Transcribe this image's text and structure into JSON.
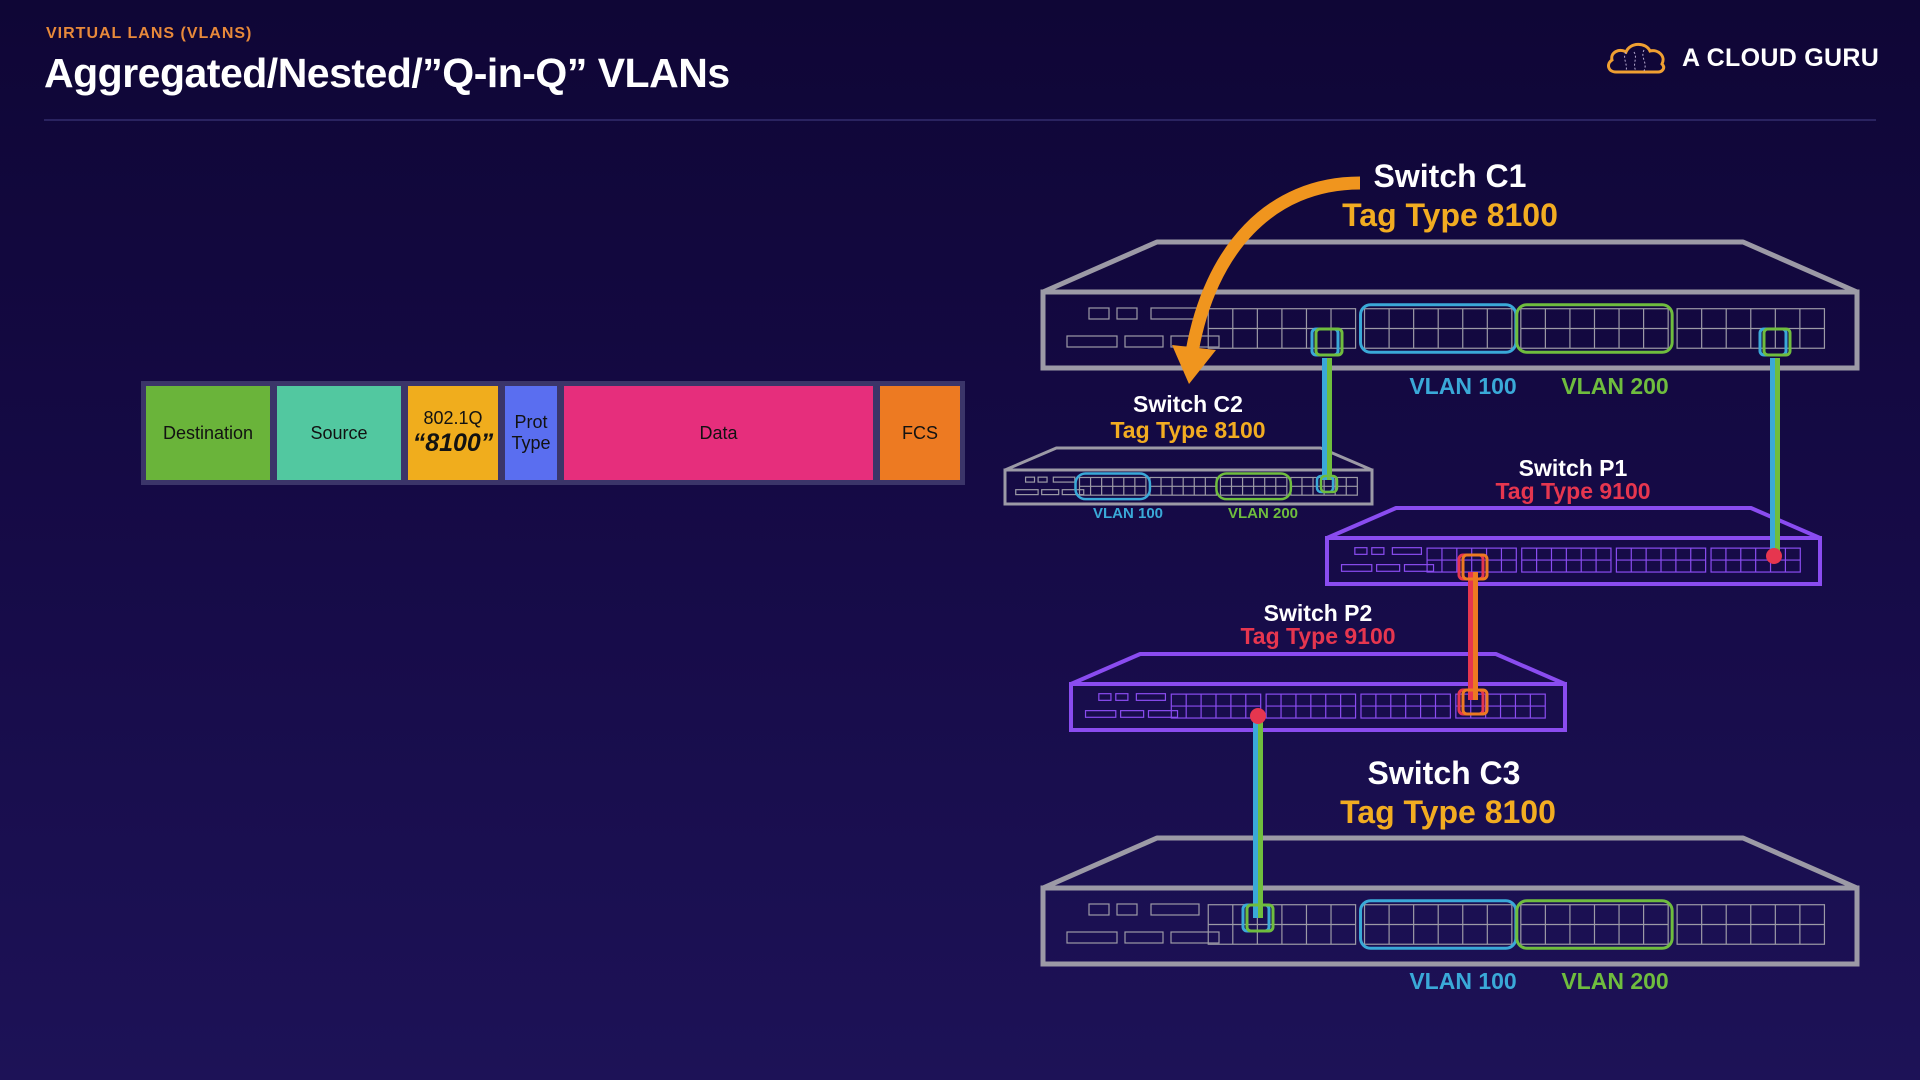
{
  "header": {
    "subtitle": "VIRTUAL LANS (VLANS)",
    "title": "Aggregated/Nested/”Q-in-Q” VLANs",
    "logo_text": "A CLOUD GURU",
    "logo_icon": "cloud-icon"
  },
  "frame": {
    "fields": [
      {
        "id": "destination",
        "label": "Destination",
        "color": "#6ab43a"
      },
      {
        "id": "source",
        "label": "Source",
        "color": "#52c8a0"
      },
      {
        "id": "tag",
        "label": "802.1Q",
        "value": "“8100”",
        "color": "#f0ad1d"
      },
      {
        "id": "prot-type",
        "label": "Prot",
        "label2": "Type",
        "color": "#5a6ef0"
      },
      {
        "id": "data",
        "label": "Data",
        "color": "#e62e7c"
      },
      {
        "id": "fcs",
        "label": "FCS",
        "color": "#ed7a22"
      }
    ]
  },
  "switches": {
    "c1": {
      "name": "Switch C1",
      "tag": "Tag Type 8100",
      "vlan_a": "VLAN 100",
      "vlan_b": "VLAN 200"
    },
    "c2": {
      "name": "Switch C2",
      "tag": "Tag Type 8100",
      "vlan_a": "VLAN 100",
      "vlan_b": "VLAN 200"
    },
    "p1": {
      "name": "Switch P1",
      "tag": "Tag Type 9100"
    },
    "p2": {
      "name": "Switch P2",
      "tag": "Tag Type 9100"
    },
    "c3": {
      "name": "Switch C3",
      "tag": "Tag Type 8100",
      "vlan_a": "VLAN 100",
      "vlan_b": "VLAN 200"
    }
  },
  "colors": {
    "customer_switch": "#9c9aa6",
    "provider_switch": "#8a4cf0",
    "vlan100": "#3aa9d8",
    "vlan200": "#6fbd3e",
    "tag8100": "#f2ac21",
    "tag9100": "#e6364f",
    "arrow": "#f0951e",
    "trunk_outer": "#ed7a22"
  }
}
